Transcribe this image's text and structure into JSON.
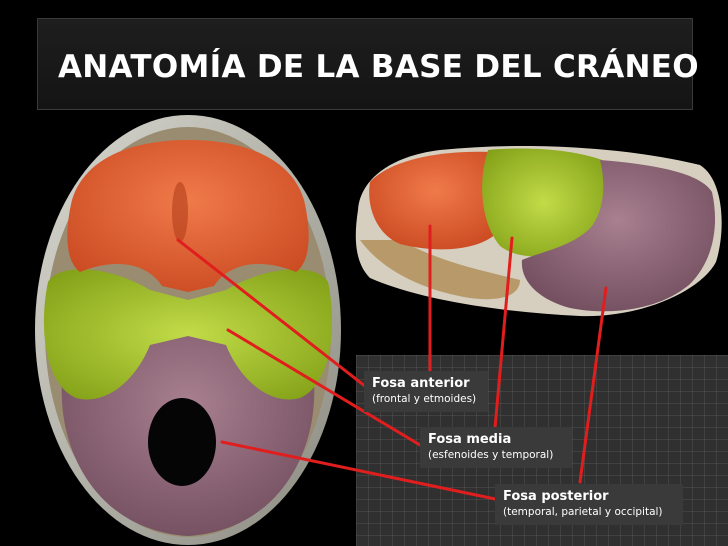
{
  "slide": {
    "title": "ANATOMÍA DE LA BASE DEL CRÁNEO"
  },
  "labels": [
    {
      "title": "Fosa anterior",
      "subtitle": "(frontal y etmoides)"
    },
    {
      "title": "Fosa media",
      "subtitle": "(esfenoides y temporal)"
    },
    {
      "title": "Fosa posterior",
      "subtitle": "(temporal, parietal y occipital)"
    }
  ],
  "colors": {
    "anterior_fossa": "#e8633a",
    "middle_fossa": "#a6c82c",
    "posterior_fossa": "#8b6373",
    "pointer_lines": "#e01e1e"
  }
}
